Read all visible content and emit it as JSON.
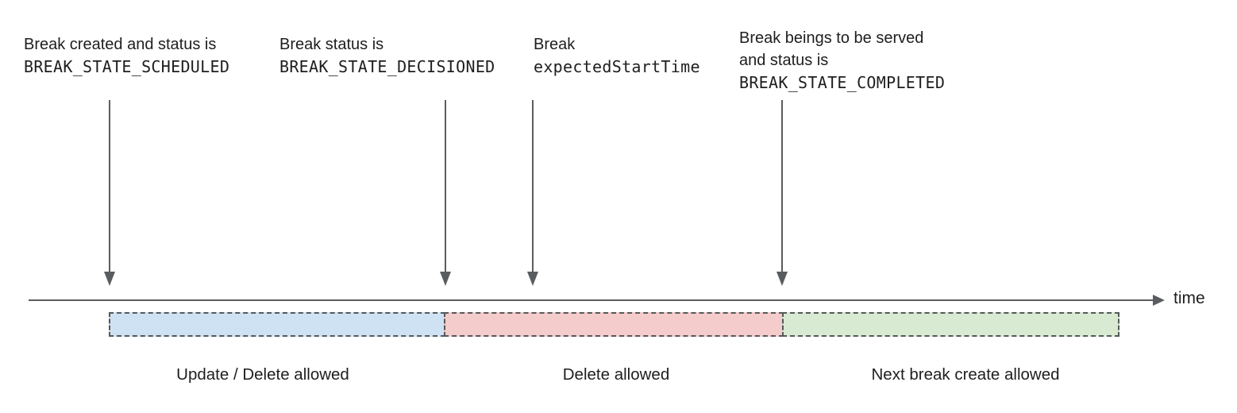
{
  "annotations": {
    "scheduled": {
      "line1": "Break created and status is",
      "code": "BREAK_STATE_SCHEDULED"
    },
    "decisioned": {
      "line1": "Break status is",
      "code": "BREAK_STATE_DECISIONED"
    },
    "expected": {
      "line1": "Break",
      "code": "expectedStartTime"
    },
    "completed": {
      "line1": "Break beings to be served",
      "line2": "and status is",
      "code": "BREAK_STATE_COMPLETED"
    }
  },
  "timeline": {
    "axis_label": "time",
    "line_color": "#5a5d60"
  },
  "segments": [
    {
      "label": "Update / Delete allowed",
      "color": "#cfe2f3"
    },
    {
      "label": "Delete allowed",
      "color": "#f4cccc"
    },
    {
      "label": "Next break create allowed",
      "color": "#d9ead3"
    }
  ]
}
